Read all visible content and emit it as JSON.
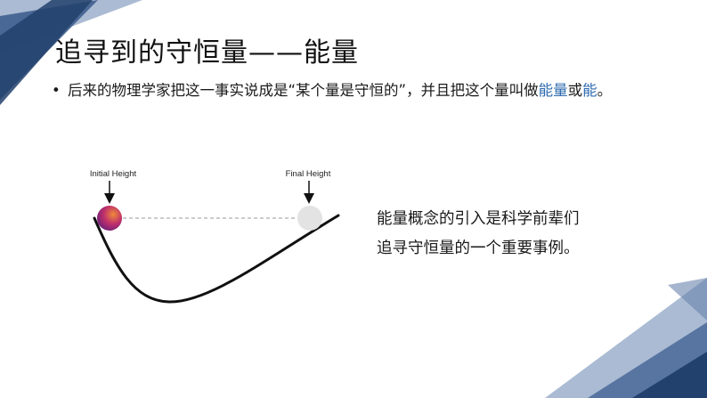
{
  "slide": {
    "title": "追寻到的守恒量——能量",
    "bullet": {
      "marker": "•",
      "text_before": "后来的物理学家把这一事实说成是“某个量是守恒的”，并且把这个量叫做",
      "term_energy_amount": "能量",
      "connector": "或",
      "term_energy": "能",
      "end_punct": "。"
    },
    "diagram": {
      "initial_label": "Initial Height",
      "final_label": "Final Height"
    },
    "caption": {
      "line1": "能量概念的引入是科学前辈们",
      "line2": "追寻守恒量的一个重要事例。"
    },
    "colors": {
      "accent_blue": "#2e6bb0",
      "deco_dark": "#22416c",
      "deco_mid": "#4f6e9c",
      "deco_light": "#8ea4c4",
      "ball_gradient": [
        "#f08a3a",
        "#c0306a",
        "#6a1e7a"
      ],
      "final_ball": "#e3e3e3"
    }
  }
}
